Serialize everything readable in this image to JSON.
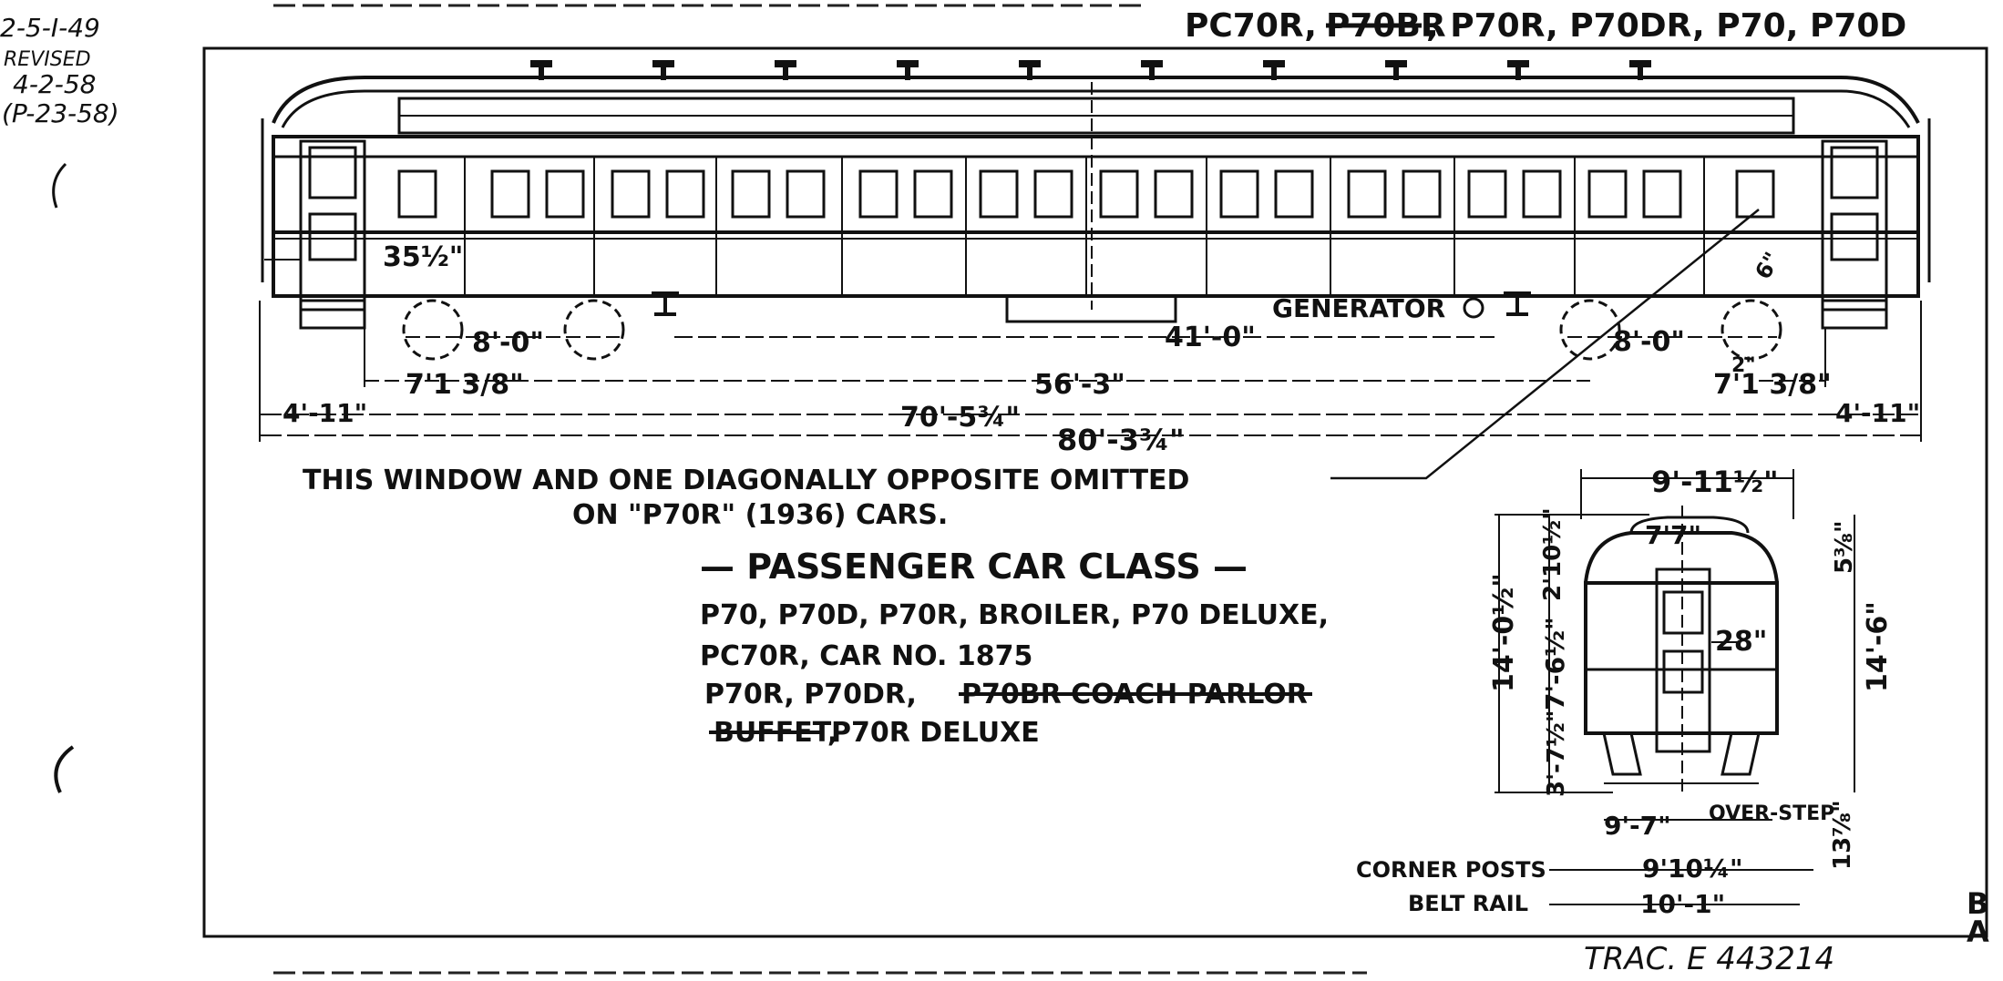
{
  "header": {
    "classes_prefix": "PC70R,",
    "classes_struck": "P70BR",
    "classes_suffix": ", P70R, P70DR, P70, P70D"
  },
  "margin_notes": {
    "date_code": "2-5-I-49",
    "revised_label": "REVISED",
    "revised_date_1": "4-2-58",
    "revised_date_2": "(P-23-58)"
  },
  "side_view": {
    "dim_end_window": "35½\"",
    "dim_6": "6\"",
    "dim_truck_left": "8'-0\"",
    "dim_truck_right": "8'-0\"",
    "dim_41": "41'-0\"",
    "generator_label": "GENERATOR",
    "dim_7_left": "7'1 3/8\"",
    "dim_7_right": "7'1 3/8\"",
    "dim_56": "56'-3\"",
    "dim_70": "70'-5¾\"",
    "dim_4_left": "4'-11\"",
    "dim_4_right": "4'-11\"",
    "dim_80": "80'-3¾\"",
    "dim_2": "2\""
  },
  "notes": {
    "window_note_line1": "THIS WINDOW AND ONE DIAGONALLY OPPOSITE OMITTED",
    "window_note_line2": "ON \"P70R\" (1936)   CARS."
  },
  "class_block": {
    "title": "— PASSENGER CAR CLASS —",
    "line1": "P70, P70D, P70R, BROILER, P70 DELUXE,",
    "line2": "PC70R, CAR NO. 1875",
    "line3_prefix": "P70R, P70DR,",
    "line3_struck": "P70BR COACH PARLOR",
    "line4_struck": "BUFFET,",
    "line4_suffix": "P70R DELUXE"
  },
  "end_view": {
    "dim_width_top": "9'-11½\"",
    "dim_7_7": "7'7\"",
    "dim_5": "5⅜\"",
    "dim_2_10": "2'10½\"",
    "dim_14_0": "14'-0½\"",
    "dim_14_6": "14'-6\"",
    "dim_7_6": "7'-6½\"",
    "dim_28": "28\"",
    "dim_3_7": "3'-7½\"",
    "dim_9_7": "9'-7\"",
    "over_step_label": "OVER-STEP",
    "dim_13": "13⅞\"",
    "corner_posts_label": "CORNER POSTS",
    "dim_9_10": "9'10¼\"",
    "belt_rail_label": "BELT RAIL",
    "dim_10_1": "10'-1\""
  },
  "footer": {
    "tracing_number": "TRAC. E 443214",
    "sheet_b": "B",
    "sheet_a": "A"
  }
}
